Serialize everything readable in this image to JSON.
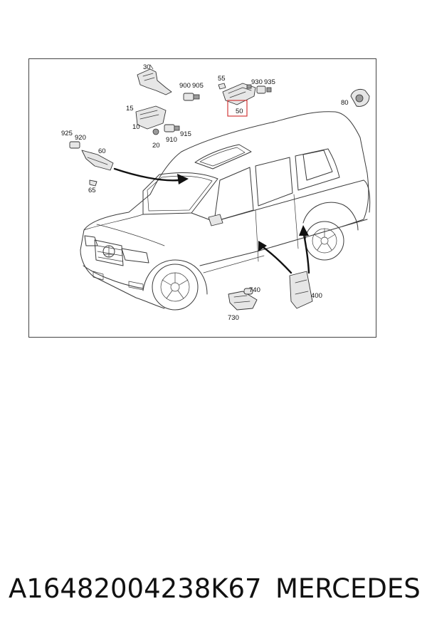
{
  "callouts": {
    "c30": "30",
    "c900": "900",
    "c905": "905",
    "c15": "15",
    "c10": "10",
    "c20": "20",
    "c910": "910",
    "c915": "915",
    "c55": "55",
    "c50": "50",
    "c930": "930",
    "c935": "935",
    "c80": "80",
    "c925": "925",
    "c920": "920",
    "c60": "60",
    "c65": "65",
    "c740": "740",
    "c730": "730",
    "c400": "400"
  },
  "highlighted_part": "50",
  "colors": {
    "highlight": "#d23a3a",
    "line": "#3a3a3a"
  },
  "footer": {
    "part_number": "A16482004238K67",
    "brand": "MERCEDES"
  }
}
